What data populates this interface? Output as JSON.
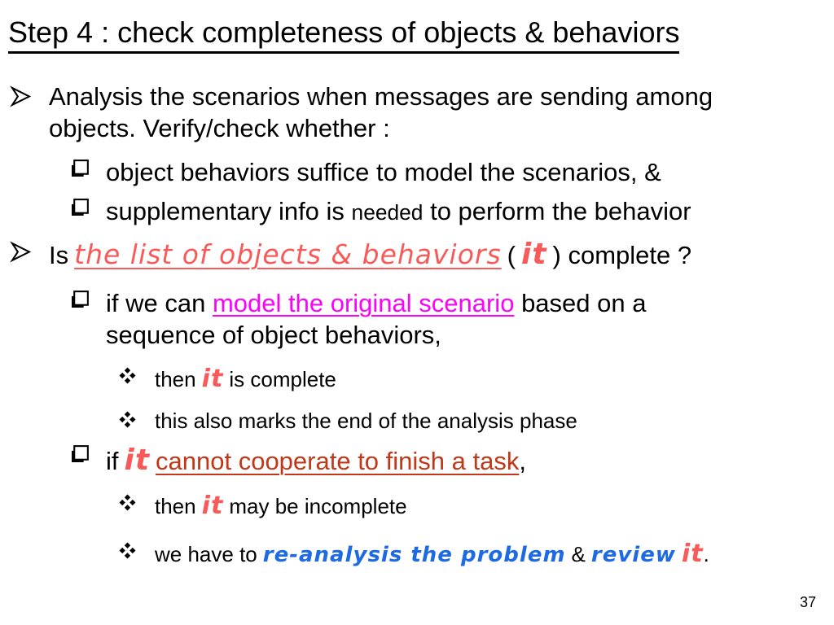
{
  "slide": {
    "title": "Step 4 : check completeness of objects & behaviors",
    "page_number": "37",
    "colors": {
      "background": "#FFFFFF",
      "text": "#000000",
      "coral_red": "#F85A5A",
      "magenta": "#FF00FF",
      "brick_orange": "#C13717",
      "blue": "#1E6AE2"
    },
    "bullet_icons": {
      "level1": "outlined-right-arrowhead",
      "level2": "shadowed-white-square",
      "level3": "four-black-diamonds"
    },
    "lines": {
      "b1": {
        "text": "Analysis the scenarios when messages are sending among objects. Verify/check whether :"
      },
      "b2": {
        "text": "object behaviors suffice to model the scenarios, &"
      },
      "b3": {
        "pre": "supplementary info is ",
        "small": "needed",
        "post": " to perform the behavior"
      },
      "b4": {
        "pre": "Is",
        "red_phrase": "the list of objects & behaviors",
        "open_paren": "(",
        "it": "it",
        "post": ") complete ?"
      },
      "b5": {
        "pre": "if we can ",
        "magenta_phrase": "model the original scenario",
        "post": " based on a sequence of object behaviors,"
      },
      "b6": {
        "pre": "then",
        "it": "it",
        "post": "is complete"
      },
      "b7": {
        "text": "this also marks the end of the analysis phase"
      },
      "b8": {
        "pre": "if",
        "it": "it",
        "brick_phrase": "cannot cooperate to finish a task",
        "comma": ","
      },
      "b9": {
        "pre": "then",
        "it": "it",
        "post": "may be incomplete"
      },
      "b10": {
        "pre": "we have to",
        "blue_phrase": "re-analysis the problem",
        "amp": "&",
        "blue_word": "review",
        "it": "it",
        "period": "."
      }
    }
  }
}
